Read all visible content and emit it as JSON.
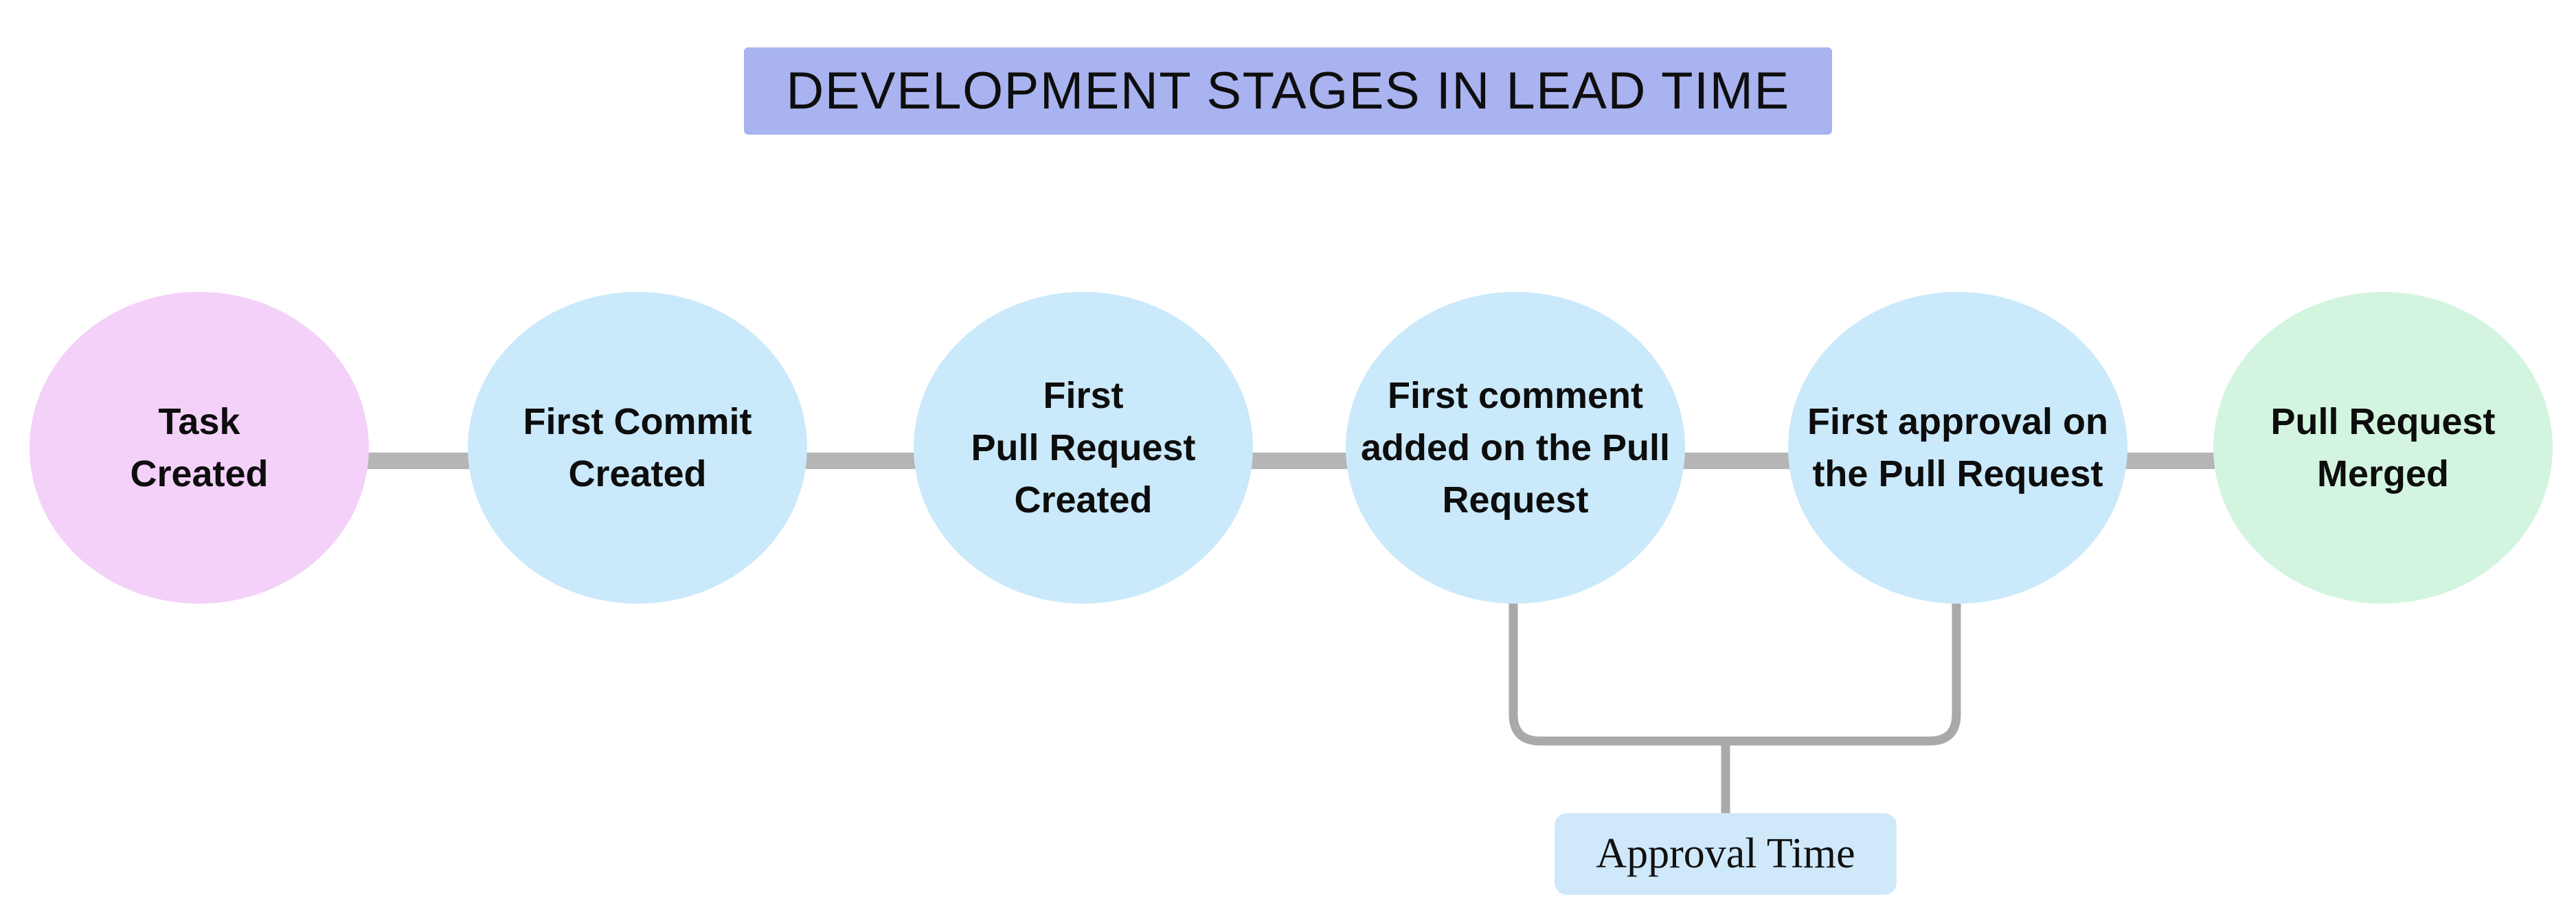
{
  "title": {
    "text": "DEVELOPMENT STAGES IN LEAD TIME",
    "bg_color": "#a9b3f0"
  },
  "stages": [
    {
      "label": "Task\nCreated",
      "color": "#f3d1f8"
    },
    {
      "label": "First Commit\nCreated",
      "color": "#cae9fb"
    },
    {
      "label": "First\nPull Request\nCreated",
      "color": "#cae9fb"
    },
    {
      "label": "First comment\nadded on the Pull\nRequest",
      "color": "#cae9fb"
    },
    {
      "label": "First approval on\nthe Pull Request",
      "color": "#cae9fb"
    },
    {
      "label": "Pull Request\nMerged",
      "color": "#d3f5df"
    }
  ],
  "connector": {
    "color": "#b5b5b5"
  },
  "bracket": {
    "line_color": "#a9a9a9",
    "label": "Approval Time",
    "label_bg_color": "#cfe9fb"
  }
}
